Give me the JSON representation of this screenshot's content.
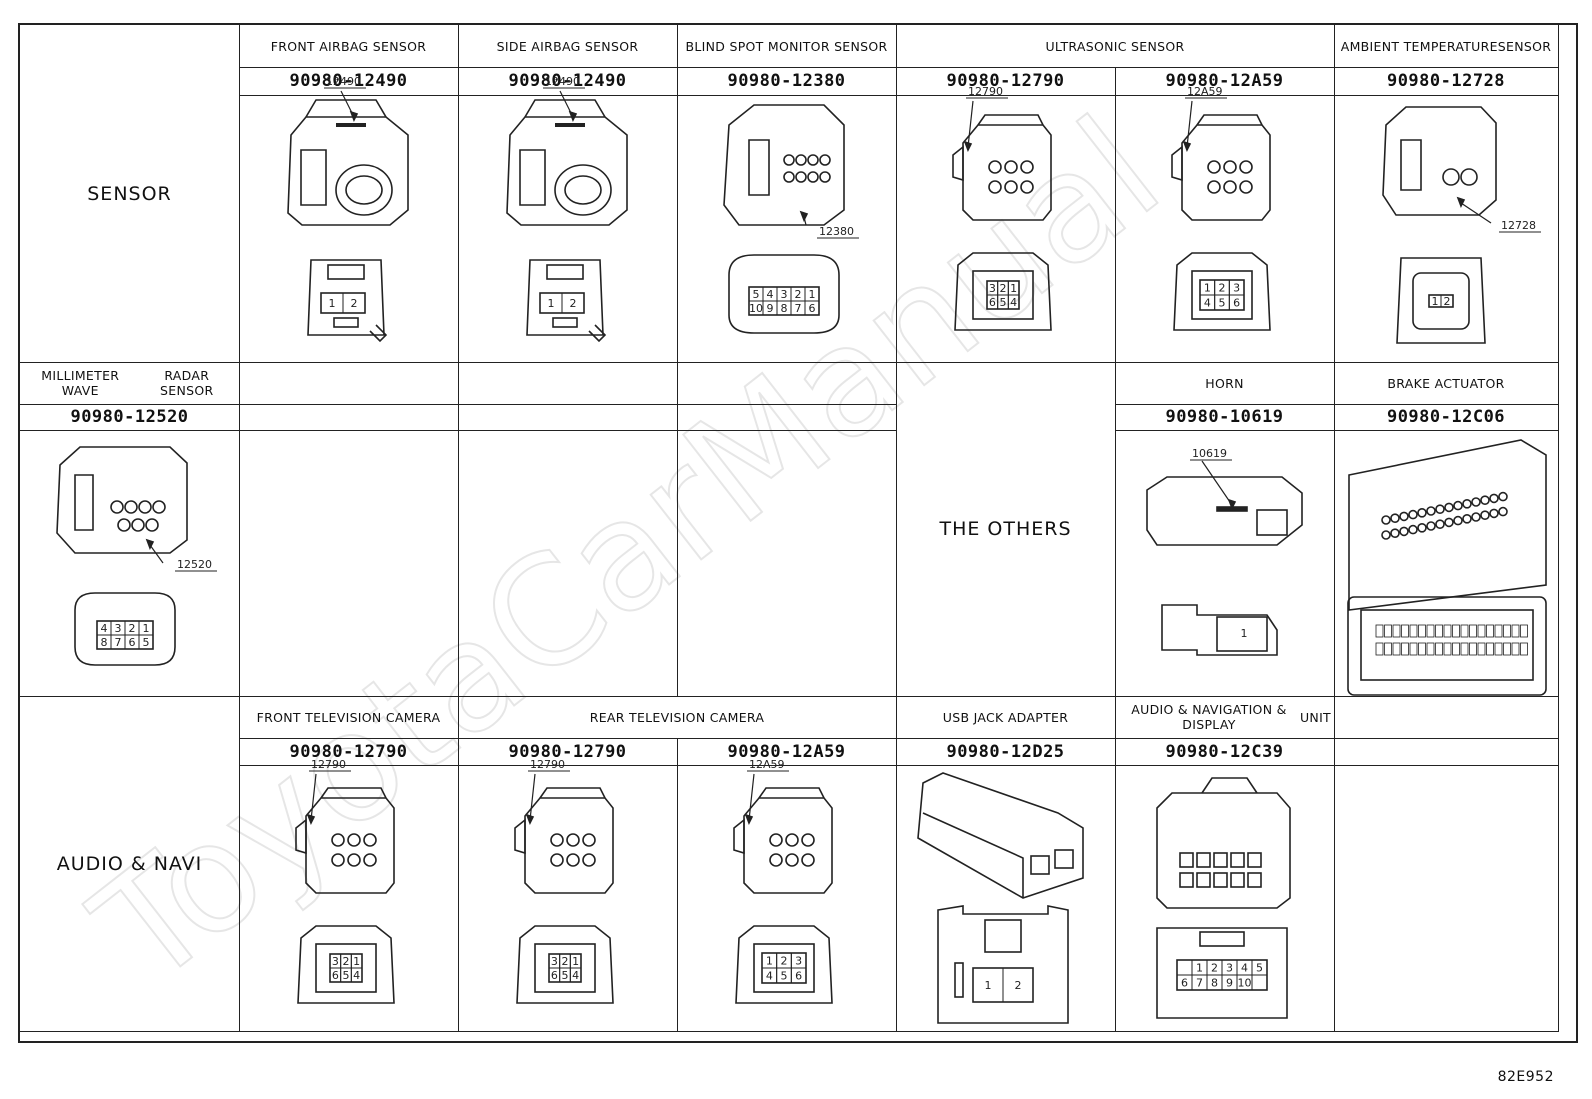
{
  "watermark": "ToyotaCarManual",
  "figure_code": "82E952",
  "sections": [
    {
      "category": "SENSOR"
    },
    {
      "category": "AUDIO & NAVI"
    }
  ],
  "row1": {
    "headers": {
      "front_airbag": "FRONT AIRBAG SENSOR",
      "side_airbag": "SIDE AIRBAG SENSOR",
      "blind_spot": "BLIND SPOT MONITOR SENSOR",
      "ultrasonic": "ULTRASONIC SENSOR",
      "ambient_line1": "AMBIENT TEMPERATURE",
      "ambient_line2": "SENSOR"
    },
    "part_numbers": [
      "90980-12490",
      "90980-12490",
      "90980-12380",
      "90980-12790",
      "90980-12A59",
      "90980-12728"
    ],
    "callouts": [
      "12490",
      "12490",
      "12380",
      "12790",
      "12A59",
      "12728"
    ]
  },
  "row2": {
    "headers": {
      "mmwave_line1": "MILLIMETER WAVE",
      "mmwave_line2": "RADAR SENSOR",
      "others": "THE OTHERS",
      "horn": "HORN",
      "brake": "BRAKE ACTUATOR"
    },
    "part_numbers": {
      "mmwave": "90980-12520",
      "horn": "90980-10619",
      "brake": "90980-12C06"
    },
    "callouts": {
      "mmwave": "12520",
      "horn": "10619"
    }
  },
  "row3": {
    "headers": {
      "front_tv": "FRONT TELEVISION CAMERA",
      "rear_tv": "REAR TELEVISION CAMERA",
      "usb": "USB JACK ADAPTER",
      "audio_line1": "AUDIO & NAVIGATION & DISPLAY",
      "audio_line2": "UNIT"
    },
    "part_numbers": [
      "90980-12790",
      "90980-12790",
      "90980-12A59",
      "90980-12D25",
      "90980-12C39"
    ],
    "callouts": [
      "12790",
      "12790",
      "12A59"
    ]
  }
}
